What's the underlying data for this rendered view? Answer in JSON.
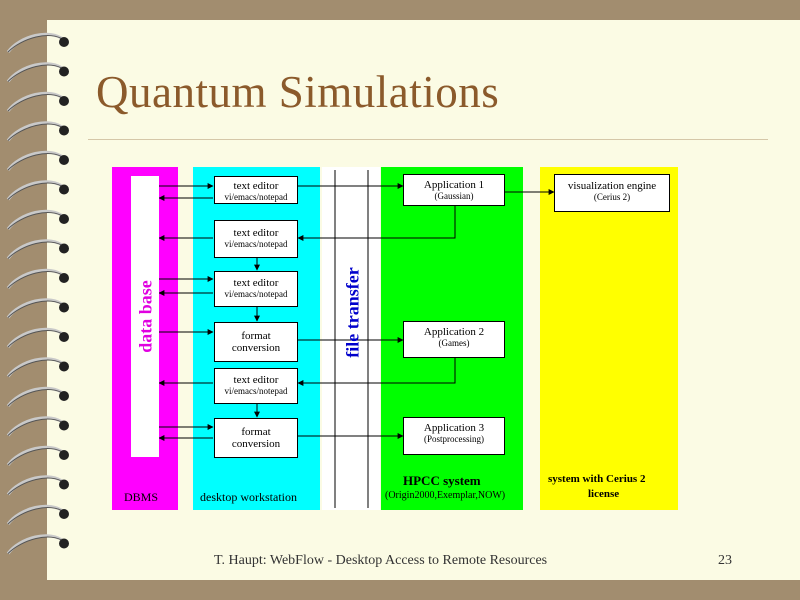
{
  "slide": {
    "title": "Quantum Simulations",
    "footer": "T. Haupt: WebFlow - Desktop Access to Remote Resources",
    "page_number": "23"
  },
  "lanes": {
    "dbms": {
      "label": "DBMS",
      "vertical_label": "data base",
      "color": "#ff00ff"
    },
    "desktop": {
      "label": "desktop workstation",
      "color": "#00ffff"
    },
    "transfer": {
      "vertical_label": "file transfer",
      "color": "#ffffff"
    },
    "hpcc": {
      "label": "HPCC system",
      "sublabel": "(Origin2000,Exemplar,NOW)",
      "color": "#00ff00"
    },
    "cerius": {
      "label": "system with Cerius 2",
      "sublabel": "license",
      "color": "#ffff00"
    }
  },
  "desktop_boxes": [
    {
      "line1": "text editor",
      "line2": "vi/emacs/notepad"
    },
    {
      "line1": "text editor",
      "line2": "vi/emacs/notepad"
    },
    {
      "line1": "text editor",
      "line2": "vi/emacs/notepad"
    },
    {
      "line1": "format",
      "line2": "conversion"
    },
    {
      "line1": "text editor",
      "line2": "vi/emacs/notepad"
    },
    {
      "line1": "format",
      "line2": "conversion"
    }
  ],
  "app_boxes": [
    {
      "line1": "Application  1",
      "line2": "(Gaussian)"
    },
    {
      "line1": "Application  2",
      "line2": "(Games)"
    },
    {
      "line1": "Application  3",
      "line2": "(Postprocessing)"
    }
  ],
  "viz_box": {
    "line1": "visualization  engine",
    "line2": "(Cerius 2)"
  },
  "colors": {
    "page": "#fbfbe4",
    "background": "#a28d6f",
    "title": "#8b5a2b"
  }
}
